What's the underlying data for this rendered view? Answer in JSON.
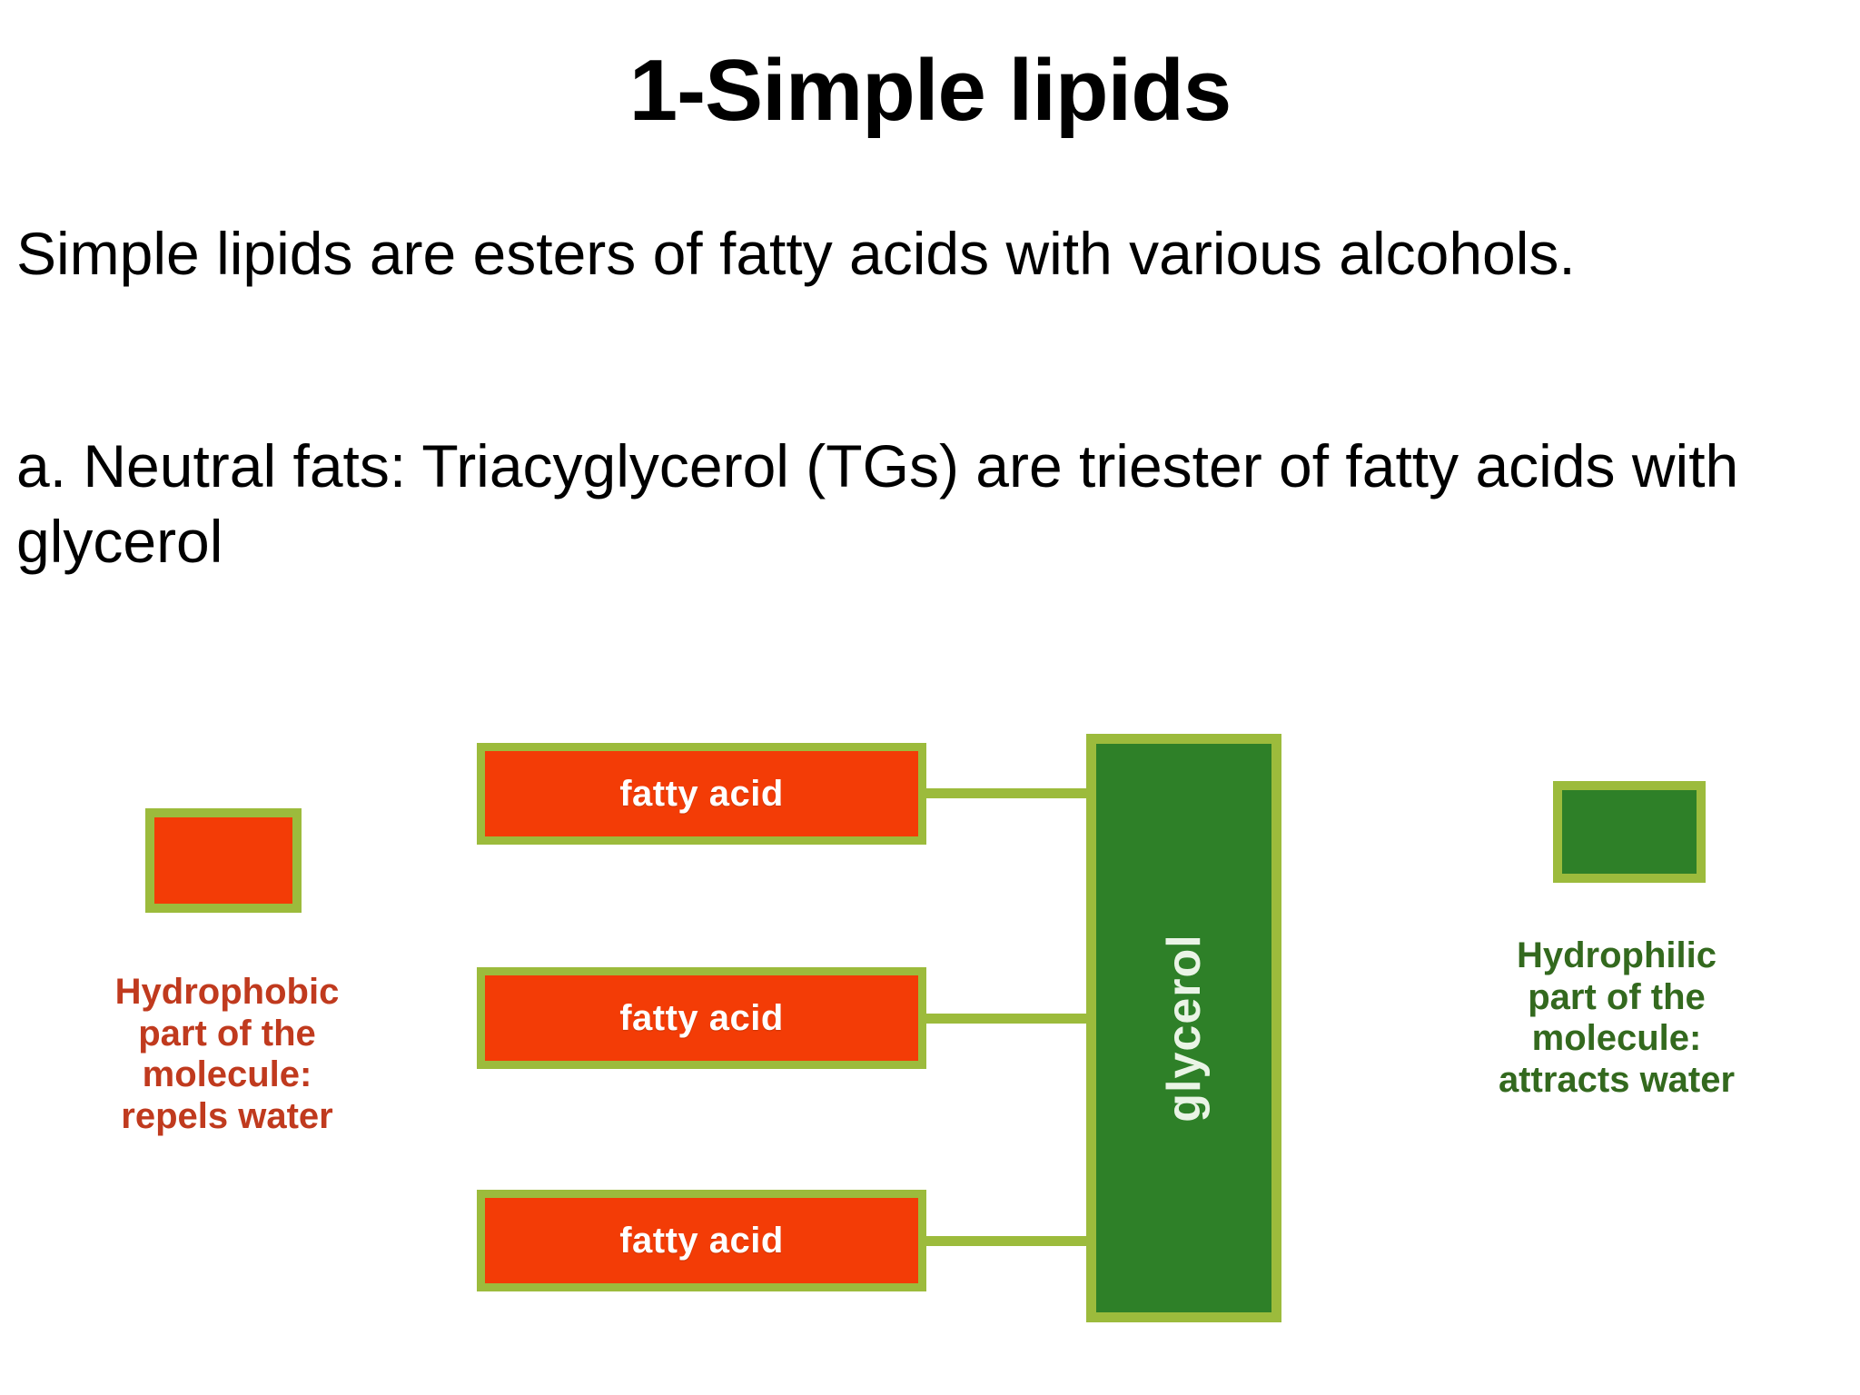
{
  "slide": {
    "title": "1-Simple lipids",
    "paragraphs": [
      "Simple lipids are esters of fatty acids with various alcohols.",
      "a. Neutral fats: Triacyglycerol (TGs) are triester of fatty acids with glycerol"
    ]
  },
  "diagram": {
    "fatty_acid_boxes": [
      {
        "label": "fatty acid"
      },
      {
        "label": "fatty acid"
      },
      {
        "label": "fatty acid"
      }
    ],
    "glycerol": {
      "label": "glycerol"
    },
    "legend": {
      "hydrophobic": {
        "text": "Hydrophobic\npart of the\nmolecule:\nrepels water",
        "swatch_color": "#F33C06"
      },
      "hydrophilic": {
        "text": "Hydrophilic\npart of the\nmolecule:\nattracts water",
        "swatch_color": "#2E8028"
      }
    },
    "colors": {
      "fatty_acid_fill": "#F33C06",
      "glycerol_fill": "#2E8028",
      "border": "#9CBB3C",
      "connector": "#9CBB3C",
      "hydrophobic_text": "#C03A1E",
      "hydrophilic_text": "#33691E",
      "box_label_text": "#FFFFFF"
    }
  }
}
